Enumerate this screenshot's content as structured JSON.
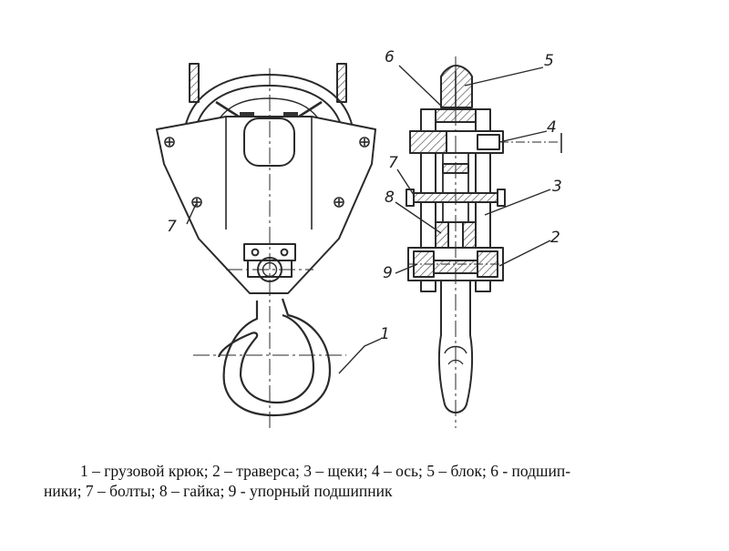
{
  "labels": {
    "front": {
      "n1": "1",
      "n7": "7"
    },
    "side": {
      "n2": "2",
      "n3": "3",
      "n4": "4",
      "n5": "5",
      "n6": "6",
      "n7": "7",
      "n8": "8",
      "n9": "9"
    }
  },
  "caption": {
    "line1": "1 – грузовой крюк; 2 – траверса; 3 – щеки; 4 – ось; 5 – блок; 6 - подшип-",
    "line2": "ники; 7 – болты; 8 – гайка; 9 - упорный подшипник"
  },
  "colors": {
    "line": "#2a2a2a",
    "hatch": "#555555",
    "background": "#ffffff"
  }
}
